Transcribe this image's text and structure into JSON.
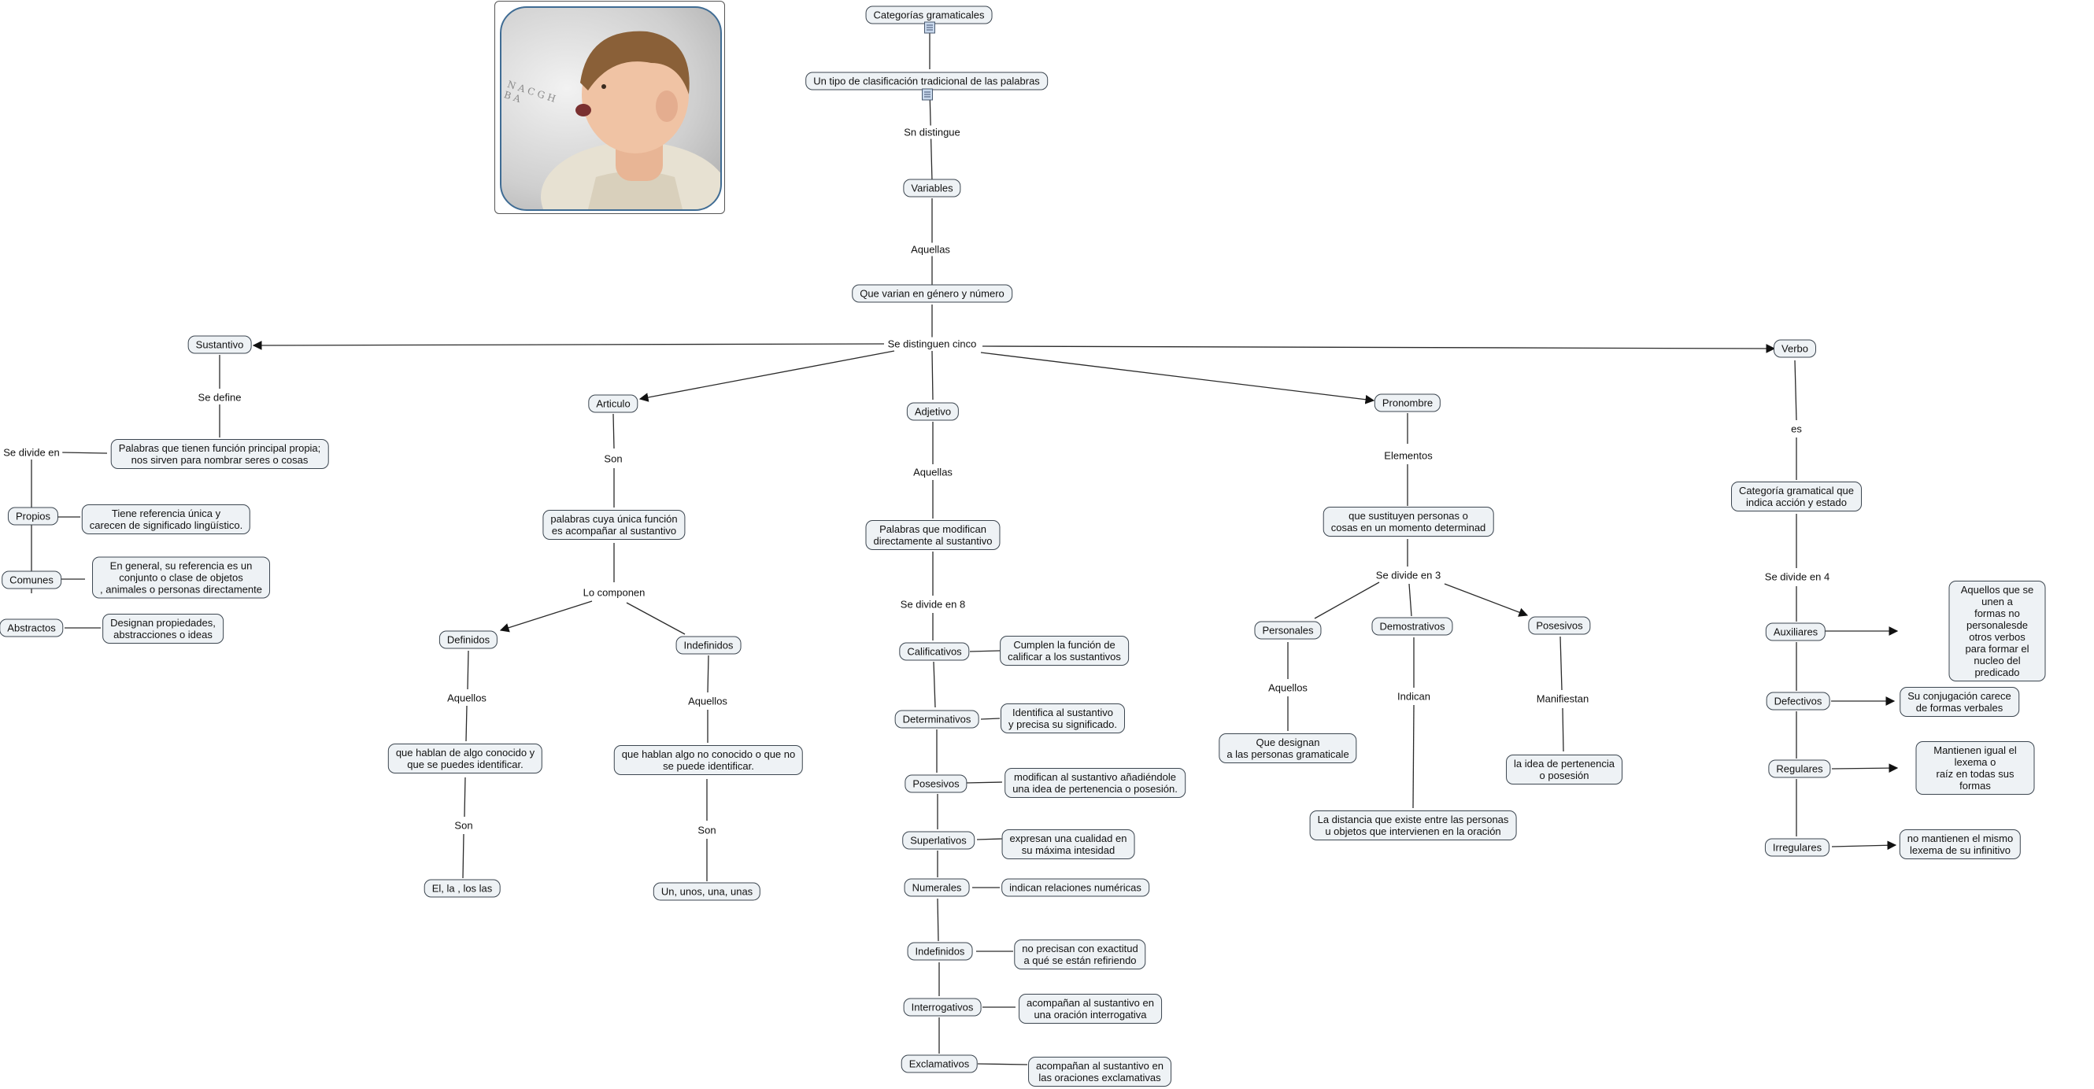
{
  "title": "Categorías gramaticales",
  "nodes": {
    "root": "Categorías gramaticales",
    "clasificacion": "Un tipo de clasificación tradicional de las palabras",
    "variables": "Variables",
    "varian": "Que varian en género y número",
    "sustantivo": "Sustantivo",
    "sust_def": "Palabras que tienen función principal propia;\nnos sirven para nombrar seres o cosas",
    "propios": "Propios",
    "propios_def": "Tiene referencia única y\ncarecen de significado lingüístico.",
    "comunes": "Comunes",
    "comunes_def": "En general, su referencia es un\nconjunto o clase de objetos\n, animales o personas directamente",
    "abstractos": "Abstractos",
    "abstractos_def": "Designan propiedades,\nabstracciones o ideas",
    "articulo": "Articulo",
    "art_def": "palabras cuya única función\nes acompañar al sustantivo",
    "definidos": "Definidos",
    "def_desc": "que hablan de algo conocido y\nque se puedes identificar.",
    "def_ej": "El, la , los las",
    "indefinidos_art": "Indefinidos",
    "indef_desc": "que hablan algo no conocido o que no\nse puede identificar.",
    "indef_ej": "Un, unos, una, unas",
    "adjetivo": "Adjetivo",
    "adj_def": "Palabras que modifican\ndirectamente al sustantivo",
    "calificativos": "Calificativos",
    "calif_def": "Cumplen la función de\ncalificar a los sustantivos",
    "determinativos": "Determinativos",
    "determ_def": "Identifica al sustantivo\ny precisa su significado.",
    "posesivos_adj": "Posesivos",
    "poses_def": "modifican al sustantivo añadiéndole\nuna idea de pertenencia o posesión.",
    "superlativos": "Superlativos",
    "superl_def": "expresan una cualidad en\nsu máxima intesidad",
    "numerales": "Numerales",
    "numer_def": "indican relaciones numéricas",
    "indefinidos_adj": "Indefinidos",
    "indefadj_def": "no precisan con exactitud\na qué se están refiriendo",
    "interrogativos": "Interrogativos",
    "interrog_def": "acompañan al sustantivo en\nuna oración interrogativa",
    "exclamativos": "Exclamativos",
    "exclam_def": "acompañan al sustantivo en\nlas oraciones exclamativas",
    "pronombre": "Pronombre",
    "pron_def": "que sustituyen personas o\ncosas en un momento determinad",
    "personales": "Personales",
    "pers_def": "Que designan\na las personas gramaticale",
    "demostrativos": "Demostrativos",
    "demos_def": "La distancia que existe entre las personas\nu objetos que intervienen en la oración",
    "posesivos_pron": "Posesivos",
    "pospron_def": "la idea de pertenencia\no posesión",
    "verbo": "Verbo",
    "verbo_def": "Categoría gramatical que\nindica acción y estado",
    "auxiliares": "Auxiliares",
    "aux_def": "Aquellos que se unen a\nformas no personalesde otros verbos\npara formar el nucleo del predicado",
    "defectivos": "Defectivos",
    "defect_def": "Su conjugación carece\nde formas verbales",
    "regulares": "Regulares",
    "regul_def": "Mantienen igual el lexema o\nraíz en todas sus formas",
    "irregulares": "Irregulares",
    "irreg_def": "no mantienen el mismo\nlexema de su infinitivo"
  },
  "links": {
    "sn_distingue": "Sn distingue",
    "aquellas_var": "Aquellas",
    "se_distinguen": "Se distinguen cinco",
    "se_define": "Se define",
    "se_divide_en": "Se divide en",
    "son_art": "Son",
    "lo_componen": "Lo componen",
    "aquellos_def": "Aquellos",
    "son_def": "Son",
    "aquellos_indef": "Aquellos",
    "son_indef": "Son",
    "aquellas_adj": "Aquellas",
    "se_divide_8": "Se divide en 8",
    "elementos": "Elementos",
    "se_divide_3": "Se divide en 3",
    "aquellos_pers": "Aquellos",
    "indican": "Indican",
    "manifiestan": "Manifiestan",
    "es": "es",
    "se_divide_4": "Se divide en 4"
  },
  "image": {
    "description": "boy-speaking-letters",
    "letters": "N A C G H B A"
  },
  "colors": {
    "node_fill": "#eef2f5",
    "node_border": "#3c4650",
    "line": "#2b2b2b"
  }
}
